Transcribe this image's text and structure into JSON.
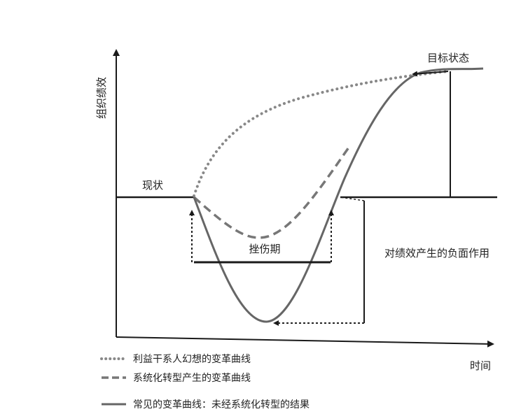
{
  "axes": {
    "y_label": "组织绩效",
    "x_label": "时间"
  },
  "annotations": {
    "current_state": "现状",
    "target_state": "目标状态",
    "setback_period": "挫伤期",
    "negative_effect": "对绩效产生的负面作用"
  },
  "legend": [
    {
      "style": "dotted",
      "label": "利益干系人幻想的变革曲线"
    },
    {
      "style": "dashed",
      "label": "系统化转型产生的变革曲线"
    },
    {
      "style": "solid",
      "label": "常见的变革曲线：未经系统化转型的结果"
    }
  ],
  "colors": {
    "axis": "#1a1a1a",
    "curve_solid": "#666666",
    "curve_dashed": "#777777",
    "curve_dotted": "#888888",
    "arrow_dotted": "#222222"
  }
}
